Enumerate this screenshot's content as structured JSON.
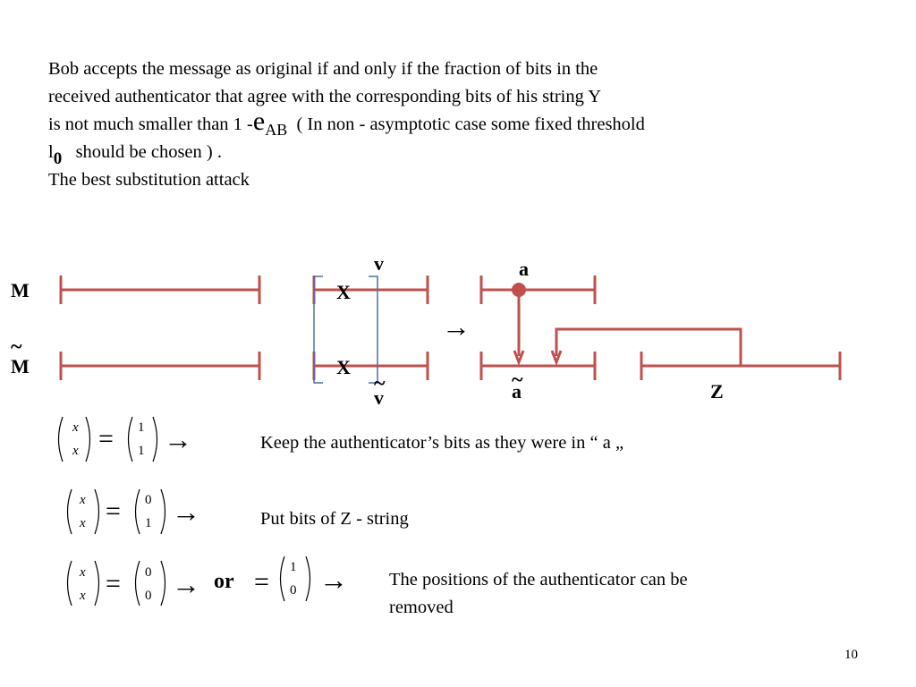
{
  "paragraph": {
    "line1": "Bob accepts the message as original if and only if the fraction of bits in the",
    "line2": "received authenticator that agree with the corresponding bits of  his string Y",
    "line3_pre": "is not much smaller than 1 -",
    "line3_e": "e",
    "line3_sub": "AB",
    "line3_post": "  ( In non - asymptotic case some fixed threshold",
    "line4_pre": "l",
    "line4_sub": "0",
    "line4_post": "   should be chosen ) .",
    "line5": "The best substitution attack"
  },
  "diagram": {
    "label_M": "M",
    "label_M_tilde": "M",
    "tilde": "~",
    "label_v": "v",
    "label_v_tilde": "v",
    "label_X_top": "X",
    "label_X_bottom": "X",
    "label_a": "a",
    "label_a_tilde": "a",
    "label_Z": "Z",
    "arrow": "→",
    "colors": {
      "line": "#c0504d",
      "bracket": "#4f6fa8"
    }
  },
  "rules": [
    {
      "lhs": [
        "x",
        "x"
      ],
      "eq": "=",
      "rhs": [
        "1",
        "1"
      ],
      "arrow": "→",
      "text": "Keep the authenticator’s bits as they were in “ a  „"
    },
    {
      "lhs": [
        "x",
        "x"
      ],
      "eq": "=",
      "rhs": [
        "0",
        "1"
      ],
      "arrow": "→",
      "text": "Put bits of  Z - string"
    },
    {
      "lhs": [
        "x",
        "x"
      ],
      "eq": "=",
      "rhs": [
        "0",
        "0"
      ],
      "arrow": "→",
      "or": "or",
      "eq2": "=",
      "rhs2": [
        "1",
        "0"
      ],
      "arrow2": "→",
      "text_line1": "The positions of the authenticator can be",
      "text_line2": "removed"
    }
  ],
  "page_number": "10"
}
